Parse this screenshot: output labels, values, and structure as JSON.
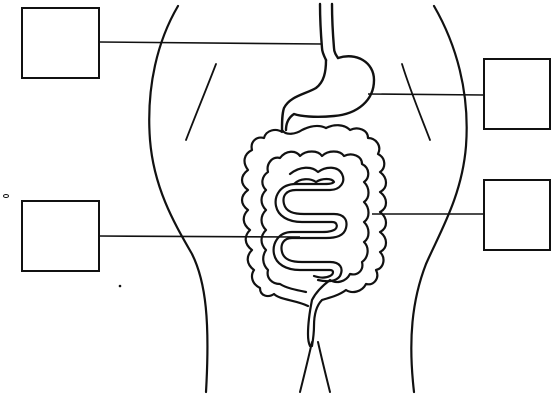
{
  "diagram": {
    "subject": "digestive-system",
    "label_boxes": [
      {
        "id": "label-box-esophagus",
        "text": ""
      },
      {
        "id": "label-box-stomach",
        "text": ""
      },
      {
        "id": "label-box-small-intestine",
        "text": ""
      },
      {
        "id": "label-box-large-intestine",
        "text": ""
      }
    ],
    "colors": {
      "line": "#111111",
      "background": "#ffffff"
    }
  }
}
